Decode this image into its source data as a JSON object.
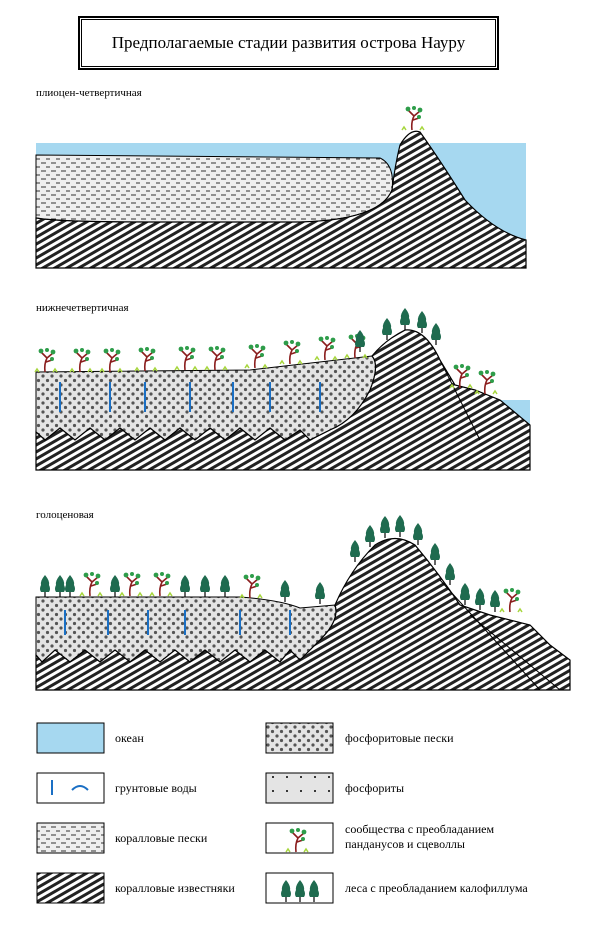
{
  "title": "Предполагаемые стадии развития острова Науру",
  "stages": [
    "плиоцен-четвертичная",
    "нижнечетвертичная",
    "голоценовая"
  ],
  "legend": [
    {
      "key": "ocean",
      "label": "океан"
    },
    {
      "key": "groundwater",
      "label": "грунтовые воды"
    },
    {
      "key": "coral-sands",
      "label": "коралловые пески"
    },
    {
      "key": "coral-limestone",
      "label": "коралловые известняки"
    },
    {
      "key": "phosphorite-sands",
      "label": "фосфоритовые пески"
    },
    {
      "key": "phosphorites",
      "label": "фосфориты"
    },
    {
      "key": "pandanus-scaevola",
      "label": "сообщества с преобладанием панданусов и сцеволлы"
    },
    {
      "key": "calophyllum-forest",
      "label": "леса с преобладанием калофиллума"
    }
  ],
  "colors": {
    "ocean": "#a6d8f0",
    "groundwater": "#1a6fc4",
    "tree": "#2e7d32",
    "forest": "#1f6b4f",
    "trunk": "#b03030",
    "grass": "#a6d63c"
  }
}
